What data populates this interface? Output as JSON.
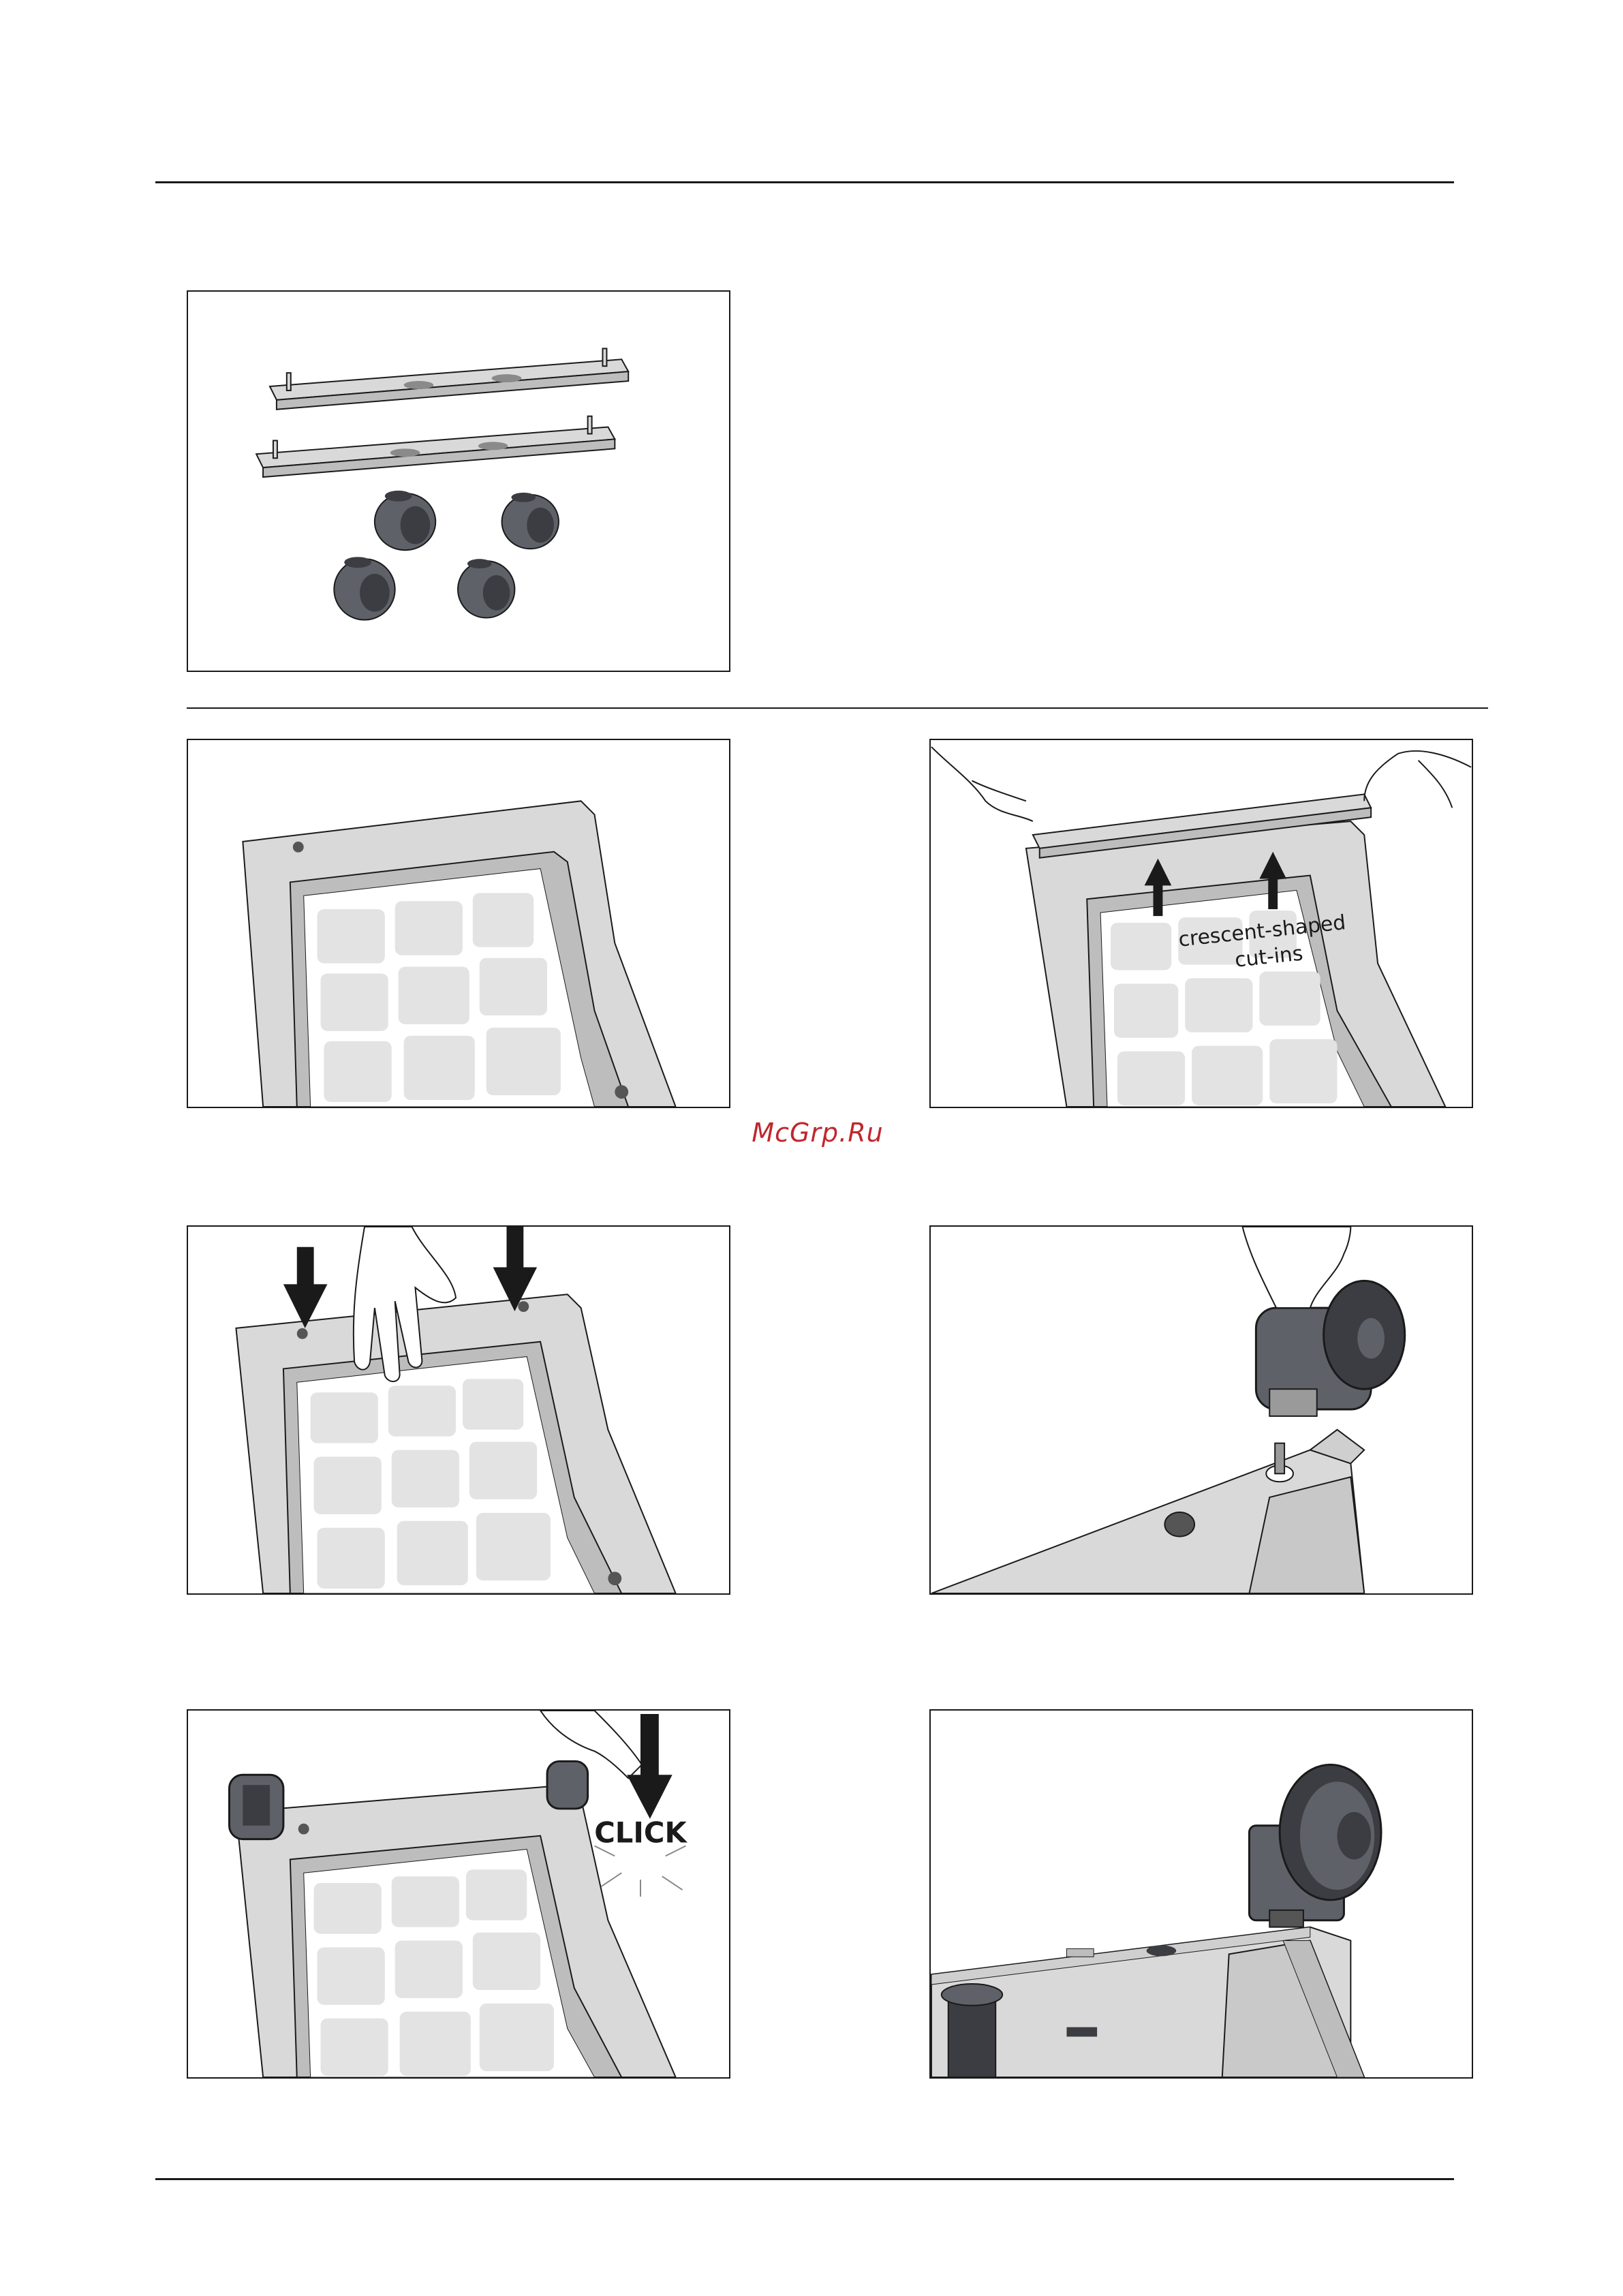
{
  "watermark": {
    "text": "McGrp.Ru"
  },
  "panels": [
    {
      "id": "parts",
      "annotations": []
    },
    {
      "id": "step-base-top",
      "annotations": []
    },
    {
      "id": "step-insert-strip",
      "annotations": [
        {
          "text": "crescent-shaped"
        },
        {
          "text": "cut-ins"
        }
      ]
    },
    {
      "id": "step-press-down",
      "annotations": []
    },
    {
      "id": "step-caster-closeup",
      "annotations": []
    },
    {
      "id": "step-click-casters",
      "annotations": [
        {
          "text": "CLICK"
        }
      ]
    },
    {
      "id": "step-caster-installed",
      "annotations": []
    }
  ],
  "colors": {
    "line": "#1a1a1a",
    "plastic": "#d9d9d9",
    "plastic_dark": "#bdbdbd",
    "caster": "#5e6168",
    "caster_dark": "#3b3d42",
    "watermark": "#c0272d"
  },
  "icons": [
    "arrow-down-icon",
    "arrow-up-icon",
    "hand-icon",
    "caster-icon",
    "click-burst-icon"
  ]
}
